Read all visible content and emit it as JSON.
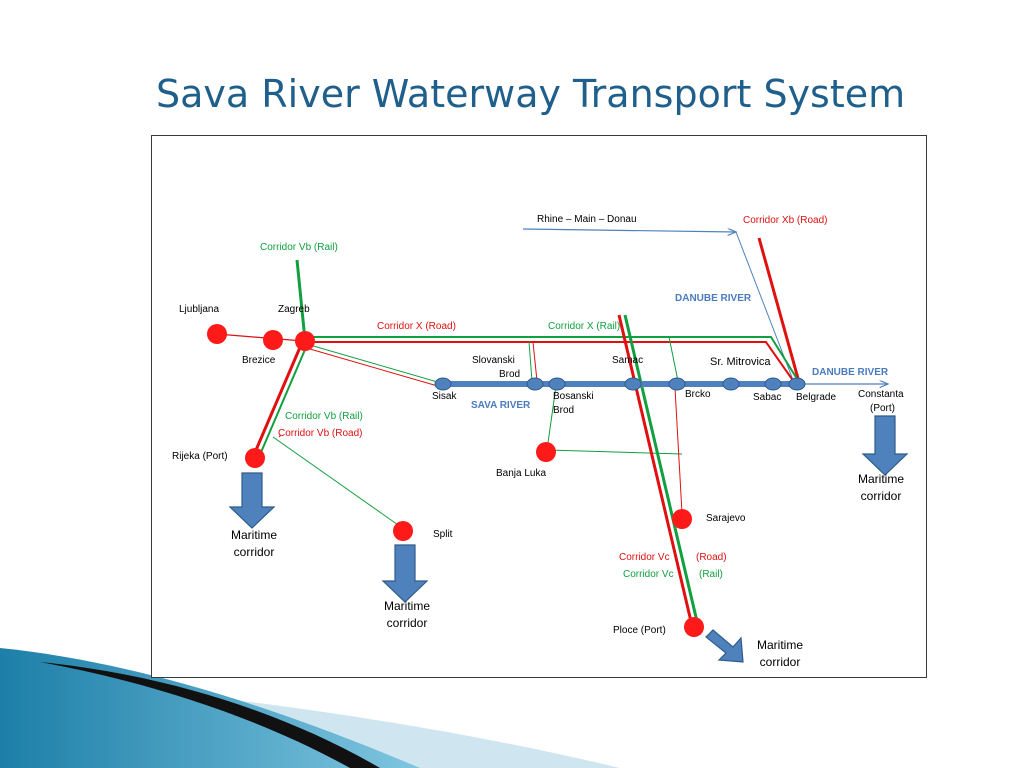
{
  "slide": {
    "title": "Sava River Waterway Transport System"
  },
  "colors": {
    "title": "#1f5f8b",
    "road": "#e01010",
    "rail": "#10a040",
    "river": "#4f81bd",
    "node": "#ff1a1a",
    "port": "#4f81bd"
  },
  "corridors": {
    "rhine": "Rhine – Main – Donau",
    "xb_road": "Corridor Xb (Road)",
    "vb_rail_top": "Corridor Vb (Rail)",
    "x_road": "Corridor X (Road)",
    "x_rail": "Corridor X (Rail)",
    "vb_rail": "Corridor Vb (Rail)",
    "vb_road": "Corridor Vb (Road)",
    "vc_road_a": "Corridor Vc",
    "vc_road_b": "(Road)",
    "vc_rail_a": "Corridor Vc",
    "vc_rail_b": "(Rail)"
  },
  "rivers": {
    "danube_upper": "DANUBE RIVER",
    "danube_lower": "DANUBE RIVER",
    "sava": "SAVA RIVER"
  },
  "cities": {
    "ljubljana": "Ljubljana",
    "zagreb": "Zagreb",
    "brezice": "Brezice",
    "slovanski_a": "Slovanski",
    "slovanski_b": "Brod",
    "samac": "Samac",
    "sr_mitrovica": "Sr. Mitrovica",
    "sisak": "Sisak",
    "bosanski_a": "Bosanski",
    "bosanski_b": "Brod",
    "brcko": "Brcko",
    "sabac": "Sabac",
    "belgrade": "Belgrade",
    "constanta_a": "Constanta",
    "constanta_b": "(Port)",
    "rijeka": "Rijeka (Port)",
    "banja_luka": "Banja Luka",
    "split": "Split",
    "sarajevo": "Sarajevo",
    "ploce": "Ploce (Port)"
  },
  "maritime": {
    "rijeka_a": "Maritime",
    "rijeka_b": "corridor",
    "split_a": "Maritime",
    "split_b": "corridor",
    "constanta_a": "Maritime",
    "constanta_b": "corridor",
    "ploce_a": "Maritime",
    "ploce_b": "corridor"
  }
}
